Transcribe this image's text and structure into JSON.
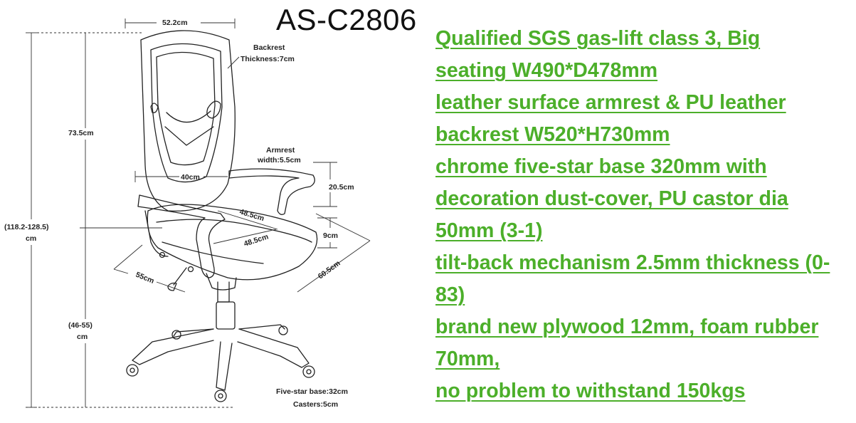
{
  "title": "AS-C2806",
  "colors": {
    "spec_text": "#4caf2a",
    "line_art": "#222222"
  },
  "dimensions": {
    "backrest_width": "52.2cm",
    "backrest_thickness_1": "Backrest",
    "backrest_thickness_2": "Thickness:7cm",
    "backrest_height": "73.5cm",
    "total_height_1": "(118.2-128.5)",
    "total_height_2": "cm",
    "seat_height_1": "(46-55)",
    "seat_height_2": "cm",
    "armrest_width_1": "Armrest",
    "armrest_width_2": "width:5.5cm",
    "lumbar_width": "40cm",
    "armrest_height": "20.5cm",
    "seat_width": "48.5cm",
    "seat_depth": "48.5cm",
    "seat_thickness": "9cm",
    "overall_width": "60.5cm",
    "overall_depth": "55cm",
    "base_1": "Five-star base:32cm",
    "base_2": "Casters:5cm"
  },
  "specs": [
    "Qualified SGS gas-lift class 3, Big",
    "seating W490*D478mm",
    "leather surface armrest & PU leather",
    "backrest W520*H730mm",
    "chrome five-star base 320mm with",
    "decoration dust-cover, PU castor dia",
    "50mm (3-1)",
    "tilt-back mechanism 2.5mm thickness (0-",
    "83)",
    "brand new plywood 12mm, foam rubber",
    "70mm, ",
    "no problem to withstand 150kgs"
  ]
}
